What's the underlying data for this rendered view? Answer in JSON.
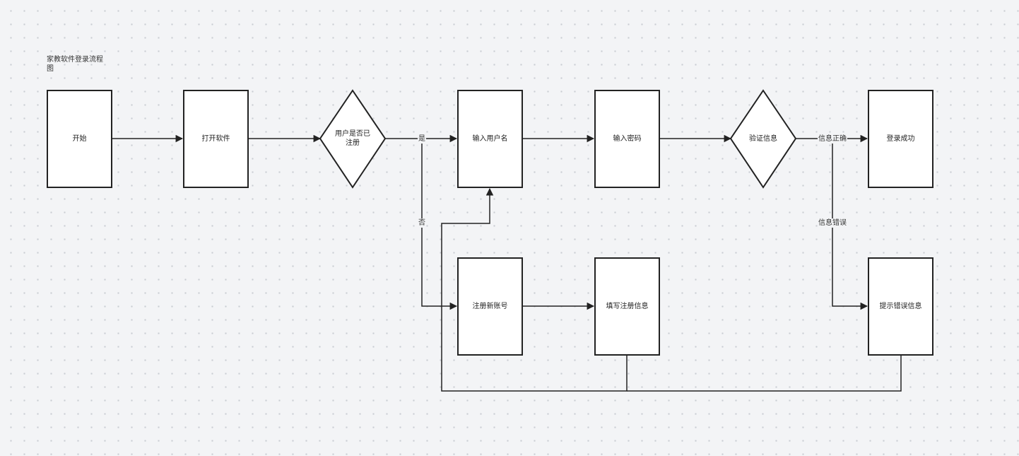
{
  "diagram": {
    "title": "家教软件登录流程图",
    "nodes": {
      "start": "开始",
      "open_app": "打开软件",
      "is_registered": "用户是否已注册",
      "enter_username": "输入用户名",
      "enter_password": "输入密码",
      "verify": "验证信息",
      "login_success": "登录成功",
      "register_new": "注册新账号",
      "fill_register_info": "填写注册信息",
      "show_error": "提示错误信息"
    },
    "edge_labels": {
      "yes": "是",
      "no": "否",
      "info_correct": "信息正确",
      "info_error": "信息错误"
    },
    "colors": {
      "background": "#f3f4f6",
      "node_fill": "#ffffff",
      "stroke": "#222222"
    }
  }
}
